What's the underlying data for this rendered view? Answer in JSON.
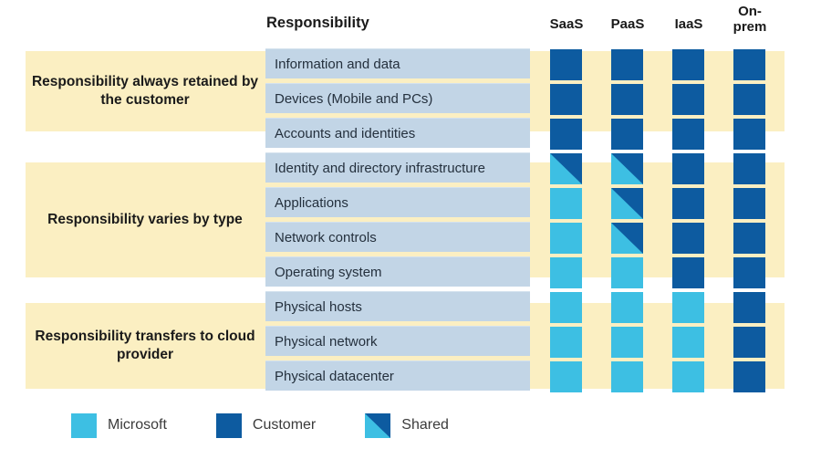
{
  "header": {
    "responsibility_label": "Responsibility",
    "columns": [
      "SaaS",
      "PaaS",
      "IaaS",
      "On-\nprem"
    ],
    "columns_display": [
      {
        "line1": "SaaS",
        "line2": ""
      },
      {
        "line1": "PaaS",
        "line2": ""
      },
      {
        "line1": "IaaS",
        "line2": ""
      },
      {
        "line1": "On-",
        "line2": "prem"
      }
    ]
  },
  "groups": [
    {
      "label": "Responsibility always retained by the customer",
      "row_start": 0,
      "row_count": 3
    },
    {
      "label": "Responsibility varies by type",
      "row_start": 3,
      "row_count": 4
    },
    {
      "label": "Responsibility transfers to cloud provider",
      "row_start": 7,
      "row_count": 3
    }
  ],
  "rows": [
    {
      "label": "Information and data",
      "cells": [
        "customer",
        "customer",
        "customer",
        "customer"
      ]
    },
    {
      "label": "Devices (Mobile and PCs)",
      "cells": [
        "customer",
        "customer",
        "customer",
        "customer"
      ]
    },
    {
      "label": "Accounts and identities",
      "cells": [
        "customer",
        "customer",
        "customer",
        "customer"
      ]
    },
    {
      "label": "Identity and directory infrastructure",
      "cells": [
        "shared",
        "shared",
        "customer",
        "customer"
      ]
    },
    {
      "label": "Applications",
      "cells": [
        "microsoft",
        "shared",
        "customer",
        "customer"
      ]
    },
    {
      "label": "Network controls",
      "cells": [
        "microsoft",
        "shared",
        "customer",
        "customer"
      ]
    },
    {
      "label": "Operating system",
      "cells": [
        "microsoft",
        "microsoft",
        "customer",
        "customer"
      ]
    },
    {
      "label": "Physical hosts",
      "cells": [
        "microsoft",
        "microsoft",
        "microsoft",
        "customer"
      ]
    },
    {
      "label": "Physical network",
      "cells": [
        "microsoft",
        "microsoft",
        "microsoft",
        "customer"
      ]
    },
    {
      "label": "Physical datacenter",
      "cells": [
        "microsoft",
        "microsoft",
        "microsoft",
        "customer"
      ]
    }
  ],
  "legend": [
    {
      "key": "microsoft",
      "label": "Microsoft"
    },
    {
      "key": "customer",
      "label": "Customer"
    },
    {
      "key": "shared",
      "label": "Shared"
    }
  ],
  "colors": {
    "customer": "#0d5ba0",
    "microsoft": "#3dbfe3",
    "band": "#fbefc2",
    "row": "#c2d5e6",
    "background": "#ffffff",
    "text": "#1a1a1a"
  },
  "layout": {
    "row_top_start": 53,
    "row_pitch": 38,
    "col_lefts": [
      603,
      670,
      737,
      804
    ]
  }
}
